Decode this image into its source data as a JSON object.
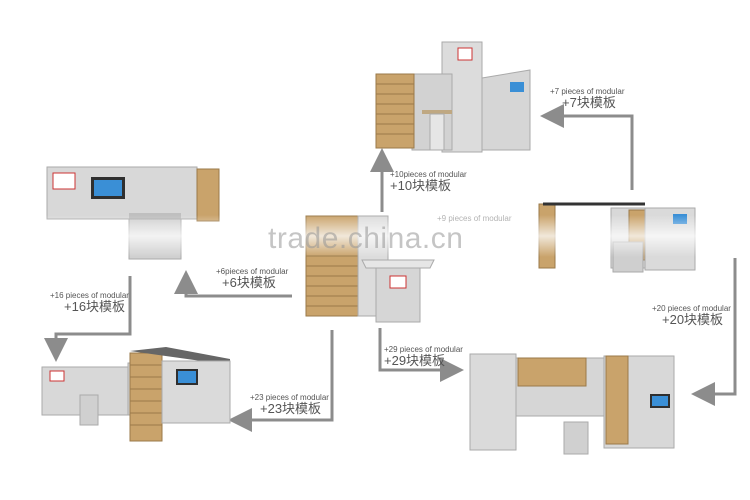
{
  "watermark": "trade.china.cn",
  "steps": [
    {
      "en": "+10pieces of modular",
      "cn": "+10块模板"
    },
    {
      "en": "+7 pieces of modular",
      "cn": "+7块模板"
    },
    {
      "en": "+6pieces of modular",
      "cn": "+6块模板"
    },
    {
      "en": "+16 pieces of modular",
      "cn": "+16块模板"
    },
    {
      "en": "+20 pieces of modular",
      "cn": "+20块模板"
    },
    {
      "en": "+29 pieces of modular",
      "cn": "+29块模板"
    },
    {
      "en": "+23 pieces of modular",
      "cn": "+23块模板"
    },
    {
      "en": "+9 pieces of modular",
      "cn": ""
    }
  ],
  "colors": {
    "panel": "#d9d9d9",
    "panel_dark": "#bfbfbf",
    "wood": "#c9a36b",
    "arrow": "#8c8c8c",
    "screen": "#3a8fd6"
  }
}
